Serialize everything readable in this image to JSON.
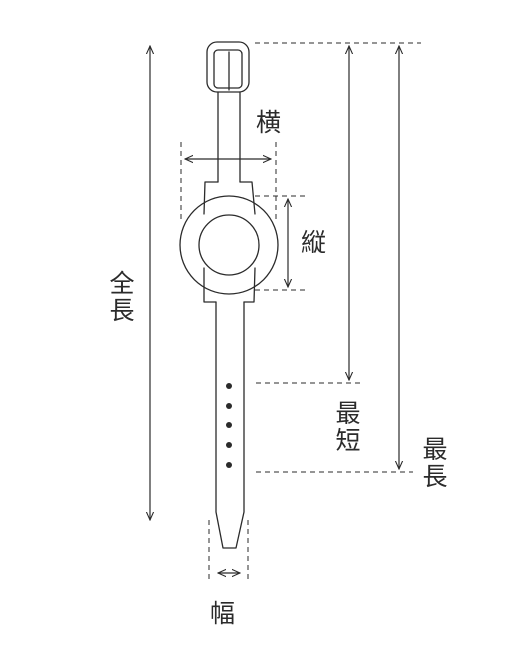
{
  "labels": {
    "width_face": "横",
    "height_face": "縦",
    "total_length": "全長",
    "shortest": "最短",
    "longest": "最長",
    "band_width": "幅"
  },
  "colors": {
    "stroke": "#2b2b2b",
    "background": "#ffffff"
  }
}
